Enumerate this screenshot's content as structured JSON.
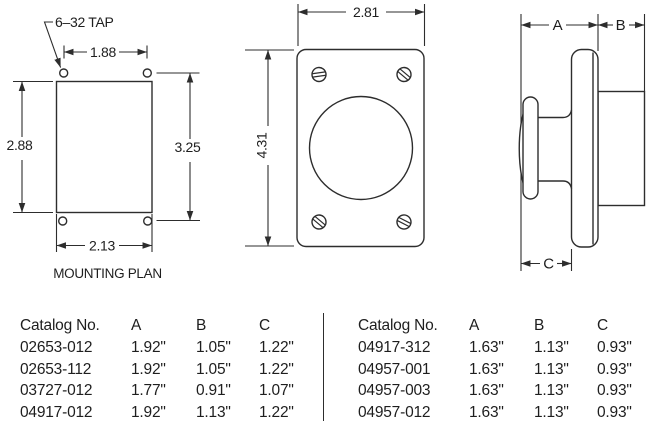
{
  "drawing": {
    "mounting_plan": {
      "tap_label": "6–32 TAP",
      "dim_hole_spacing_width": "1.88",
      "dim_plate_height": "2.88",
      "dim_hole_spacing_height": "3.25",
      "dim_plate_width": "2.13",
      "caption": "MOUNTING PLAN"
    },
    "front_view": {
      "dim_width": "2.81",
      "dim_height": "4.31"
    },
    "side_view": {
      "dim_a_label": "A",
      "dim_b_label": "B",
      "dim_c_label": "C"
    }
  },
  "tables": {
    "left": {
      "headers": {
        "catalog": "Catalog No.",
        "a": "A",
        "b": "B",
        "c": "C"
      },
      "rows": [
        {
          "catalog": "02653-012",
          "a": "1.92\"",
          "b": "1.05\"",
          "c": "1.22\""
        },
        {
          "catalog": "02653-112",
          "a": "1.92\"",
          "b": "1.05\"",
          "c": "1.22\""
        },
        {
          "catalog": "03727-012",
          "a": "1.77\"",
          "b": "0.91\"",
          "c": "1.07\""
        },
        {
          "catalog": "04917-012",
          "a": "1.92\"",
          "b": "1.13\"",
          "c": "1.22\""
        }
      ]
    },
    "right": {
      "headers": {
        "catalog": "Catalog No.",
        "a": "A",
        "b": "B",
        "c": "C"
      },
      "rows": [
        {
          "catalog": "04917-312",
          "a": "1.63\"",
          "b": "1.13\"",
          "c": "0.93\""
        },
        {
          "catalog": "04957-001",
          "a": "1.63\"",
          "b": "1.13\"",
          "c": "0.93\""
        },
        {
          "catalog": "04957-003",
          "a": "1.63\"",
          "b": "1.13\"",
          "c": "0.93\""
        },
        {
          "catalog": "04957-012",
          "a": "1.63\"",
          "b": "1.13\"",
          "c": "0.93\""
        }
      ]
    }
  },
  "colors": {
    "line": "#2d2d2d",
    "text": "#1e1e1e",
    "background": "#ffffff"
  }
}
